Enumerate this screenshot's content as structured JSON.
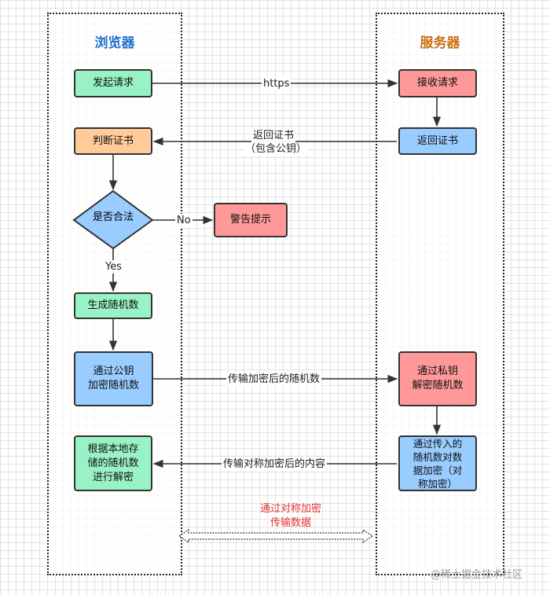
{
  "lanes": {
    "browser": {
      "title": "浏览器",
      "color": "#1f6fd1"
    },
    "server": {
      "title": "服务器",
      "color": "#c8700f"
    }
  },
  "nodes": {
    "send_request": "发起请求",
    "receive_request": "接收请求",
    "return_cert": "返回证书",
    "judge_cert": "判断证书",
    "is_valid": "是否合法",
    "warning": "警告提示",
    "gen_random": "生成随机数",
    "encrypt_random": "通过公钥\n加密随机数",
    "decrypt_random": "通过私钥\n解密随机数",
    "encrypt_data": "通过传入的\n随机数对数\n据加密（对\n称加密）",
    "decrypt_data": "根据本地存\n储的随机数\n进行解密"
  },
  "edge_labels": {
    "https": "https",
    "return_cert_line1": "返回证书",
    "return_cert_line2": "（包含公钥）",
    "no": "No",
    "yes": "Yes",
    "send_encrypted_random": "传输加密后的随机数",
    "send_encrypted_content": "传输对称加密后的内容"
  },
  "footnote": "通过对称加密\n传输数据",
  "watermark": "@稀土掘金技术社区",
  "colors": {
    "green": "#99f2c5",
    "orange": "#ffcc99",
    "red": "#ff9999",
    "blue": "#99ccff",
    "footnote": "#e53333"
  }
}
